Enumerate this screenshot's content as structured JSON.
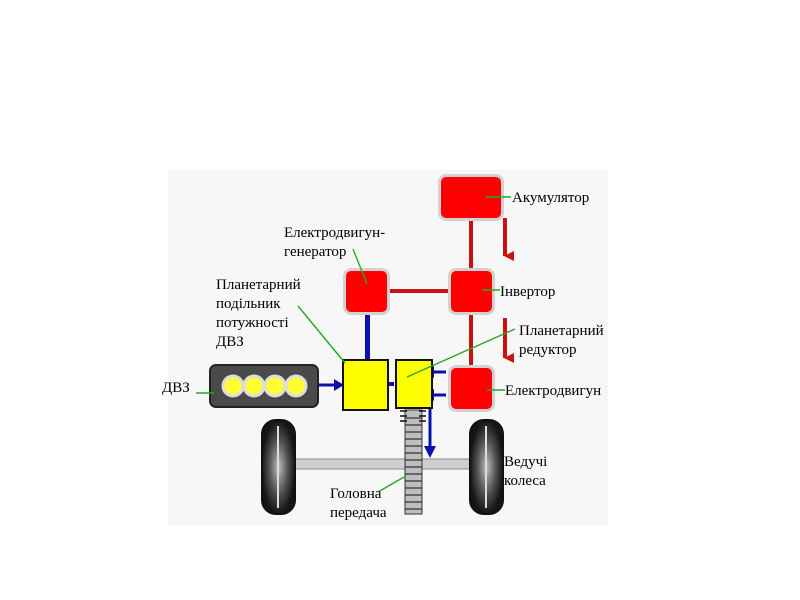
{
  "labels": {
    "battery": "Акумулятор",
    "motor_generator_line1": "Електродвигун-",
    "motor_generator_line2": "генератор",
    "inverter": "Інвертор",
    "power_split_line1": "Планетарний",
    "power_split_line2": "подільник",
    "power_split_line3": "потужності",
    "power_split_line4": "ДВЗ",
    "planetary_reducer_line1": "Планетарний",
    "planetary_reducer_line2": "редуктор",
    "engine": "ДВЗ",
    "motor": "Електродвигун",
    "drive_wheels_line1": "Ведучі",
    "drive_wheels_line2": "колеса",
    "final_drive_line1": "Головна",
    "final_drive_line2": "передача"
  },
  "colors": {
    "component_red": "#ff0000",
    "electric_line": "#cc1111",
    "mechanical_arrow": "#0a10b0",
    "leader_line": "#22aa22",
    "gear_yellow": "#ffff00",
    "engine_body": "#4a4a4a",
    "cylinder_yellow": "#ffff33",
    "wheel_dark": "#1e1e1e"
  },
  "icons": {
    "engine": "engine-icon",
    "wheel": "wheel-icon",
    "gear": "gear-icon"
  }
}
